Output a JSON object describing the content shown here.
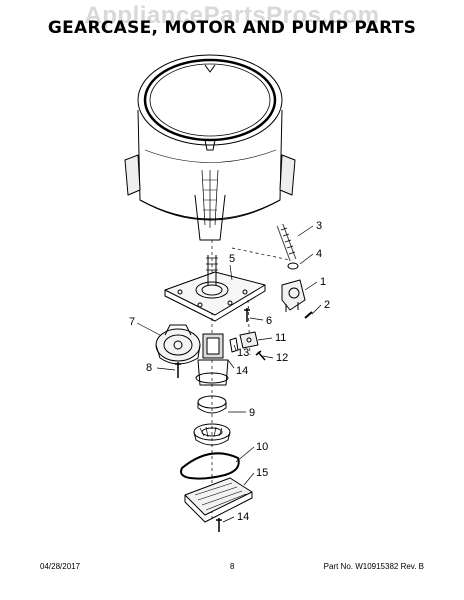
{
  "watermark": "AppliancePartsPros.com",
  "title": "GEARCASE, MOTOR AND PUMP PARTS",
  "callouts": [
    "3",
    "4",
    "5",
    "1",
    "2",
    "6",
    "7",
    "11",
    "13",
    "12",
    "14",
    "8",
    "9",
    "10",
    "15",
    "14"
  ],
  "footer": {
    "date": "04/28/2017",
    "page": "8",
    "part": "Part No. W10915382  Rev. B"
  }
}
